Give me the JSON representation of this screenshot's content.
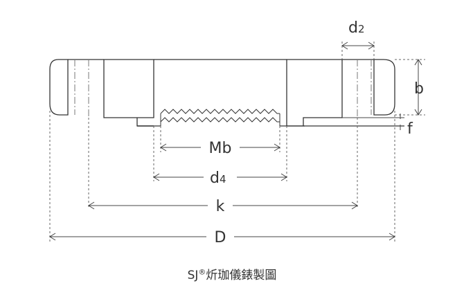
{
  "diagram": {
    "labels": {
      "d2": "d",
      "d2_sub": "2",
      "b": "b",
      "f": "f",
      "Mb": "Mb",
      "d4": "d",
      "d4_sub": "4",
      "k": "k",
      "D": "D"
    }
  },
  "caption": {
    "brand": "SJ",
    "mark": "®",
    "text": "炘珈儀錶製圖"
  }
}
